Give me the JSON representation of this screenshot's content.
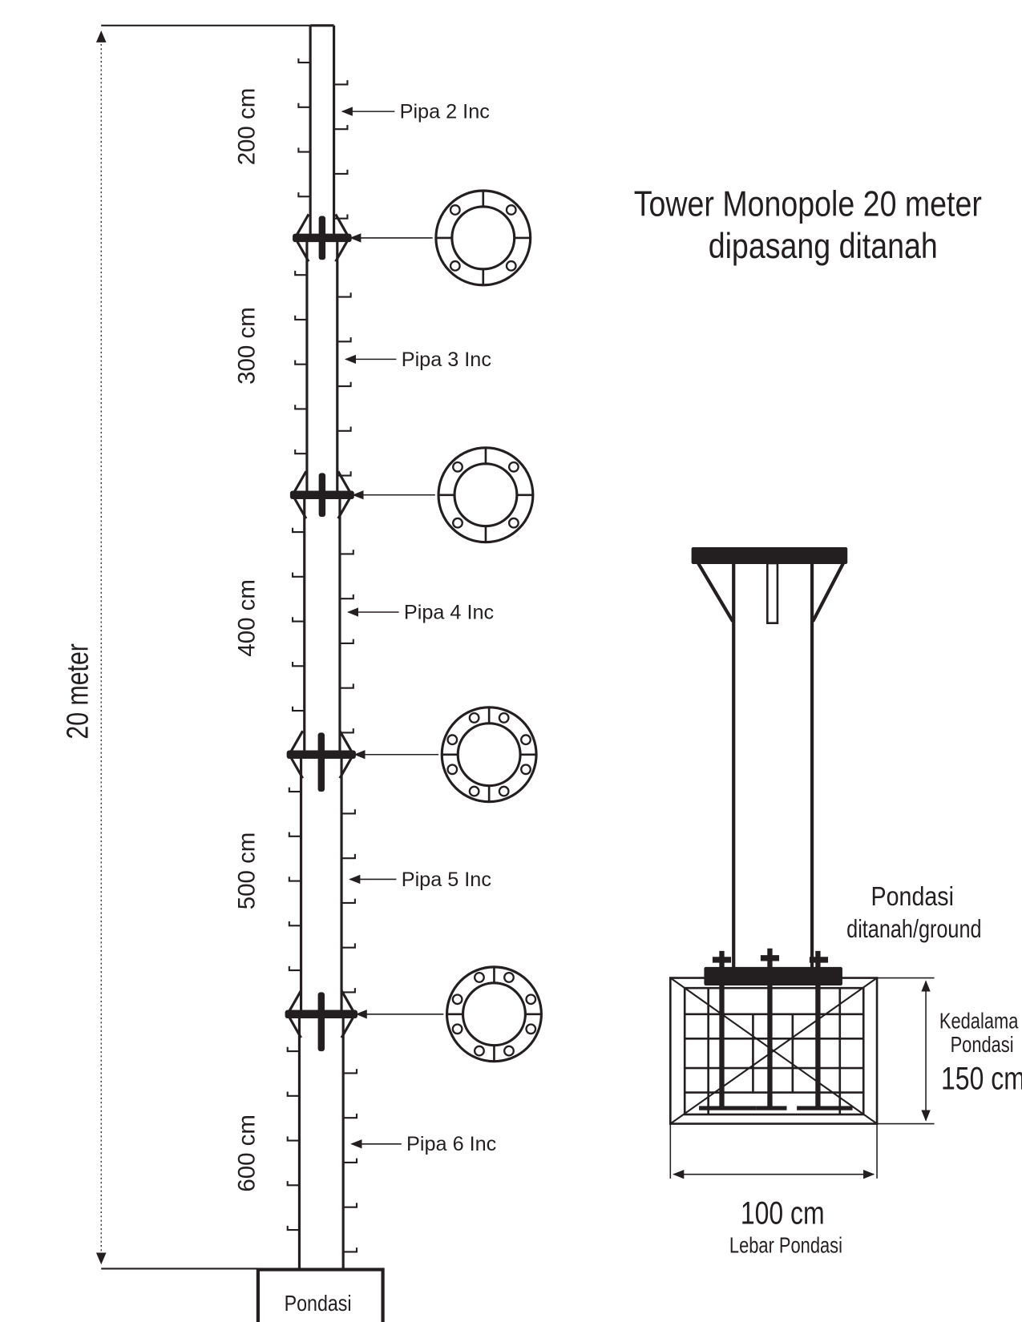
{
  "title": {
    "line1": "Tower Monopole 20 meter",
    "line2": "dipasang ditanah"
  },
  "total_height_label": "20 meter",
  "segments": [
    {
      "length_label": "200 cm",
      "pipe_label": "Pipa 2 Inc"
    },
    {
      "length_label": "300 cm",
      "pipe_label": "Pipa 3 Inc"
    },
    {
      "length_label": "400 cm",
      "pipe_label": "Pipa 4 Inc"
    },
    {
      "length_label": "500 cm",
      "pipe_label": "Pipa 5 Inc"
    },
    {
      "length_label": "600 cm",
      "pipe_label": "Pipa 6 Inc"
    }
  ],
  "base_label": "Pondasi",
  "foundation_detail": {
    "label_line1": "Pondasi",
    "label_line2": "ditanah/ground",
    "depth_label_line1": "Kedalama",
    "depth_label_line2": "Pondasi",
    "depth_value": "150 cm",
    "width_value": "100 cm",
    "width_label": "Lebar Pondasi"
  },
  "colors": {
    "ink": "#231f20",
    "background": "#ffffff"
  }
}
